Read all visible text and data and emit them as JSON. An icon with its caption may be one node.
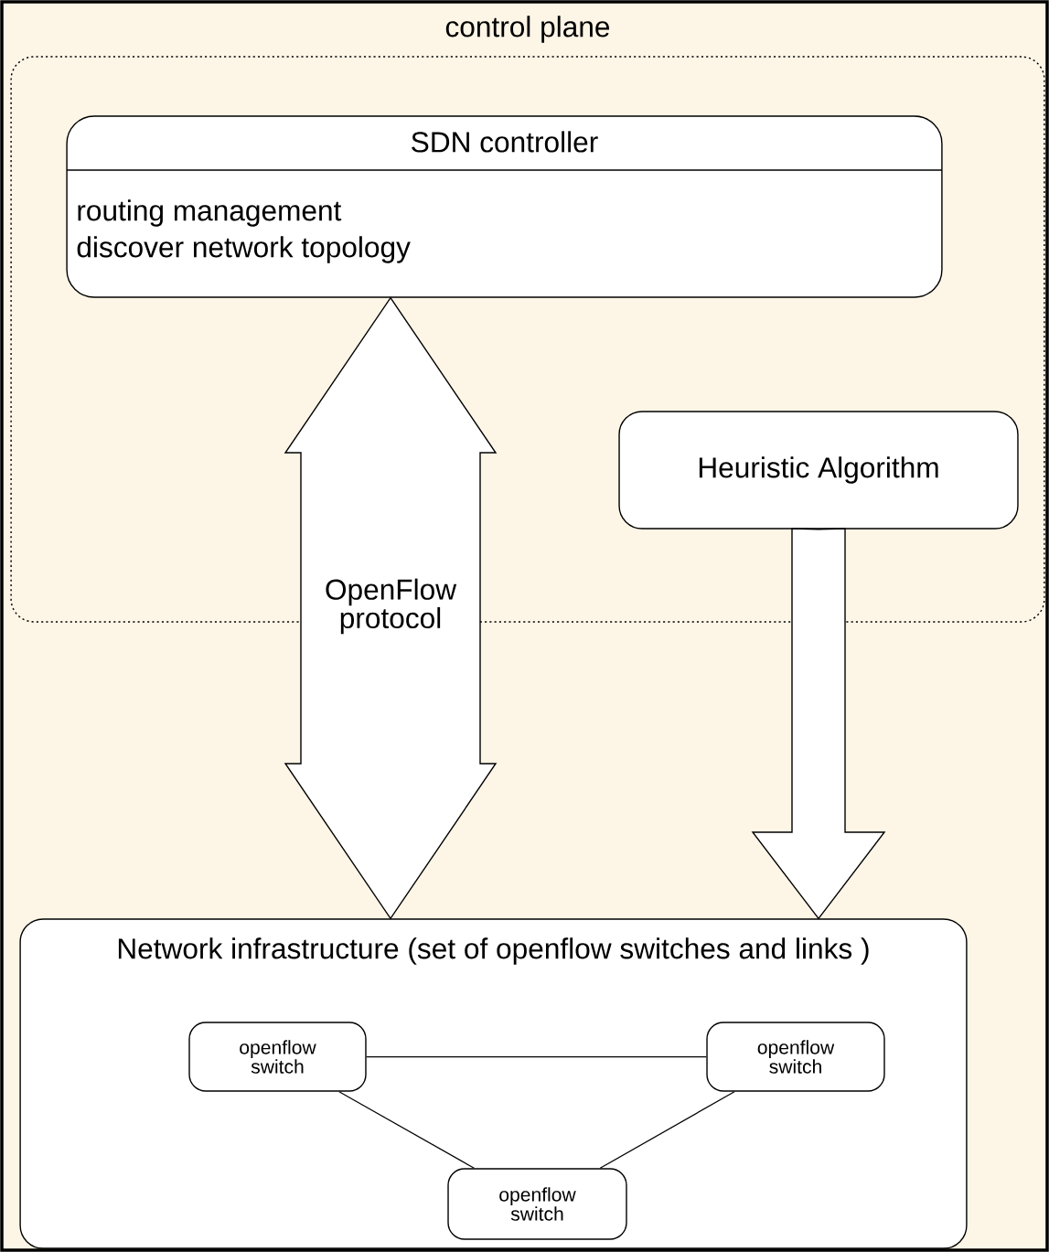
{
  "diagram": {
    "nodes": [
      {
        "text": [
          "control plane"
        ]
      },
      {
        "text": [
          "SDN controller",
          "routing management",
          "discover network topology"
        ],
        "in": 0
      },
      {
        "text": [
          "Heuristic Algorithm"
        ],
        "in": 0
      },
      {
        "text": [
          "Network infrastructure (set of openflow switches and links )"
        ]
      },
      {
        "text": [
          "openflow switch"
        ],
        "in": 3
      },
      {
        "text": [
          "openflow switch"
        ],
        "in": 3
      },
      {
        "text": [
          "openflow switch"
        ],
        "in": 3
      }
    ],
    "edges": [
      {
        "from": 1,
        "to": 3,
        "arrow": "both",
        "style": "thick",
        "label": "OpenFlow protocol"
      },
      {
        "from": 2,
        "to": 3,
        "arrow": "to",
        "style": "thick"
      },
      {
        "from": 4,
        "to": 5,
        "arrow": "none"
      },
      {
        "from": 4,
        "to": 6,
        "arrow": "none"
      },
      {
        "from": 5,
        "to": 6,
        "arrow": "none"
      }
    ]
  }
}
